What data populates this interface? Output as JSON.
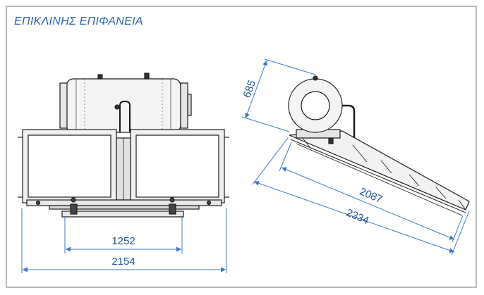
{
  "title": "ΕΠΙΚΛΙΝΗΣ ΕΠΙΦΑΝΕΙΑ",
  "dimensions": {
    "front_bracket_width": "1252",
    "front_total_width": "2154",
    "side_height": "685",
    "side_collector_length": "2087",
    "side_total_length": "2334"
  },
  "colors": {
    "title": "#2a66b3",
    "dimension_lines": "#3a78c4",
    "drawing": "#1b1b1b",
    "frame": "#b9b9b9"
  }
}
